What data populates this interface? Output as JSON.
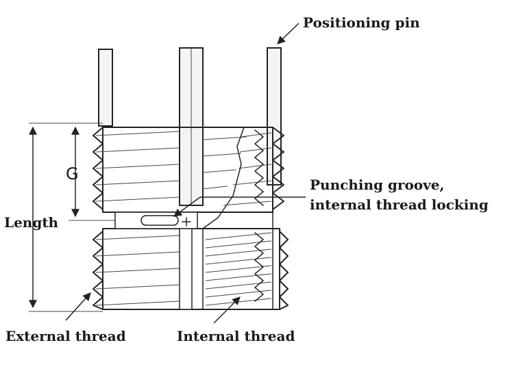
{
  "labels": {
    "positioning_pin": "Positioning pin",
    "punching_groove_line1": "Punching groove,",
    "punching_groove_line2": "internal thread locking",
    "length": "Length",
    "g": "G",
    "external_thread": "External thread",
    "internal_thread": "Internal thread"
  }
}
